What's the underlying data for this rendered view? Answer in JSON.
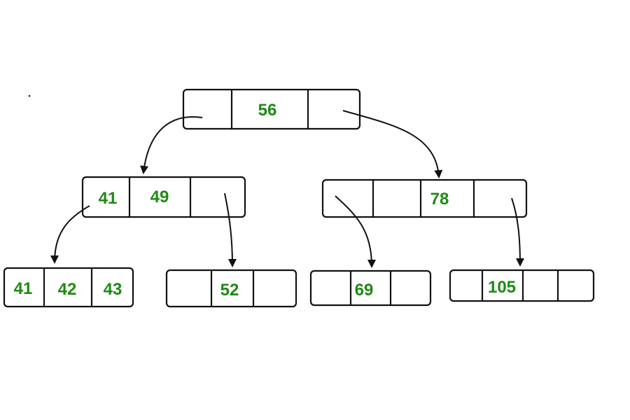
{
  "colors": {
    "key": "#1e8a14",
    "line": "#111111",
    "background": "#ffffff"
  },
  "root": {
    "keys": [
      "",
      "56",
      ""
    ]
  },
  "level1": {
    "left": {
      "keys": [
        "41",
        "49",
        ""
      ]
    },
    "right": {
      "keys": [
        "",
        "",
        "78",
        ""
      ]
    }
  },
  "leaves": {
    "a": {
      "keys": [
        "41",
        "42",
        "43"
      ]
    },
    "b": {
      "keys": [
        "",
        "52",
        ""
      ]
    },
    "c": {
      "keys": [
        "",
        "69",
        ""
      ]
    },
    "d": {
      "keys": [
        "",
        "105",
        "",
        ""
      ]
    }
  },
  "edges": [
    {
      "from": "root.left",
      "to": "level1.left"
    },
    {
      "from": "root.right",
      "to": "level1.right"
    },
    {
      "from": "level1.left.0",
      "to": "leaves.a"
    },
    {
      "from": "level1.left.2",
      "to": "leaves.b"
    },
    {
      "from": "level1.right.0",
      "to": "leaves.c"
    },
    {
      "from": "level1.right.3",
      "to": "leaves.d"
    }
  ]
}
